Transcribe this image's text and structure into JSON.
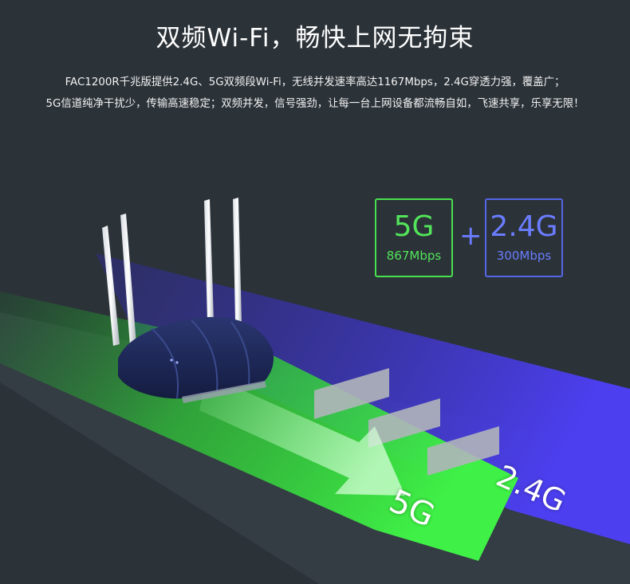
{
  "headline": "双频Wi-Fi，畅快上网无拘束",
  "description": {
    "line1": "FAC1200R千兆版提供2.4G、5G双频段Wi-Fi，无线并发速率高达1167Mbps，2.4G穿透力强，覆盖广；",
    "line2": "5G信道纯净干扰少，传输高速稳定；双频并发，信号强劲，让每一台上网设备都流畅自如，飞速共享，乐享无限！"
  },
  "badges": {
    "band_5g": {
      "band": "5G",
      "speed": "867Mbps",
      "color": "#49e04e"
    },
    "plus": "+",
    "band_24g": {
      "band": "2.4G",
      "speed": "300Mbps",
      "color": "#5566e8"
    }
  },
  "lanes": {
    "label_5g": "5G",
    "label_24g": "2.4G"
  },
  "colors": {
    "background": "#2b3238",
    "lane_5g": "#33e03a",
    "lane_24g": "#4a3fe0",
    "router_body": "#1f2a55"
  }
}
